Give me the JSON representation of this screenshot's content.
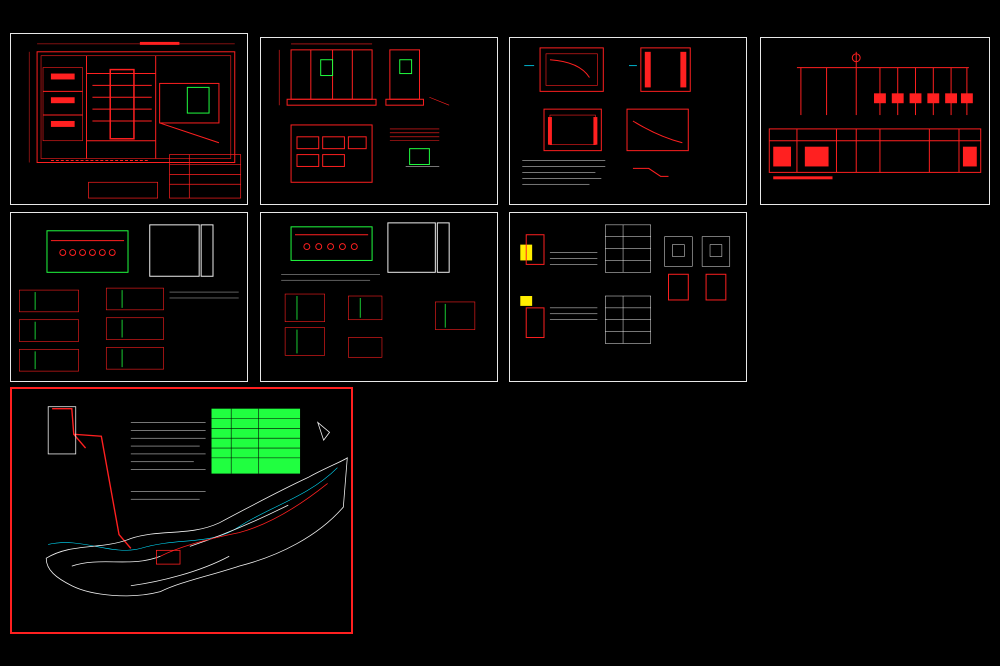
{
  "window": {
    "title": ""
  },
  "colors": {
    "background": "#000000",
    "frame": "#e8e8e8",
    "line_red": "#ff2020",
    "line_white": "#f0f0f0",
    "line_green": "#20ff40",
    "line_cyan": "#00e0ff",
    "line_yellow": "#ffee00"
  },
  "sheets": [
    {
      "id": "sheet-1",
      "kind": "site-layout-plan",
      "frame_color": "white"
    },
    {
      "id": "sheet-2",
      "kind": "cabinet-elevations",
      "frame_color": "white"
    },
    {
      "id": "sheet-3",
      "kind": "foundation-details",
      "frame_color": "white"
    },
    {
      "id": "sheet-4",
      "kind": "single-line-diagram",
      "frame_color": "white"
    },
    {
      "id": "sheet-5",
      "kind": "distribution-box-a",
      "frame_color": "white"
    },
    {
      "id": "sheet-6",
      "kind": "distribution-box-b",
      "frame_color": "white"
    },
    {
      "id": "sheet-7",
      "kind": "details-and-tables",
      "frame_color": "white"
    },
    {
      "id": "sheet-8",
      "kind": "site-map",
      "frame_color": "red"
    }
  ]
}
